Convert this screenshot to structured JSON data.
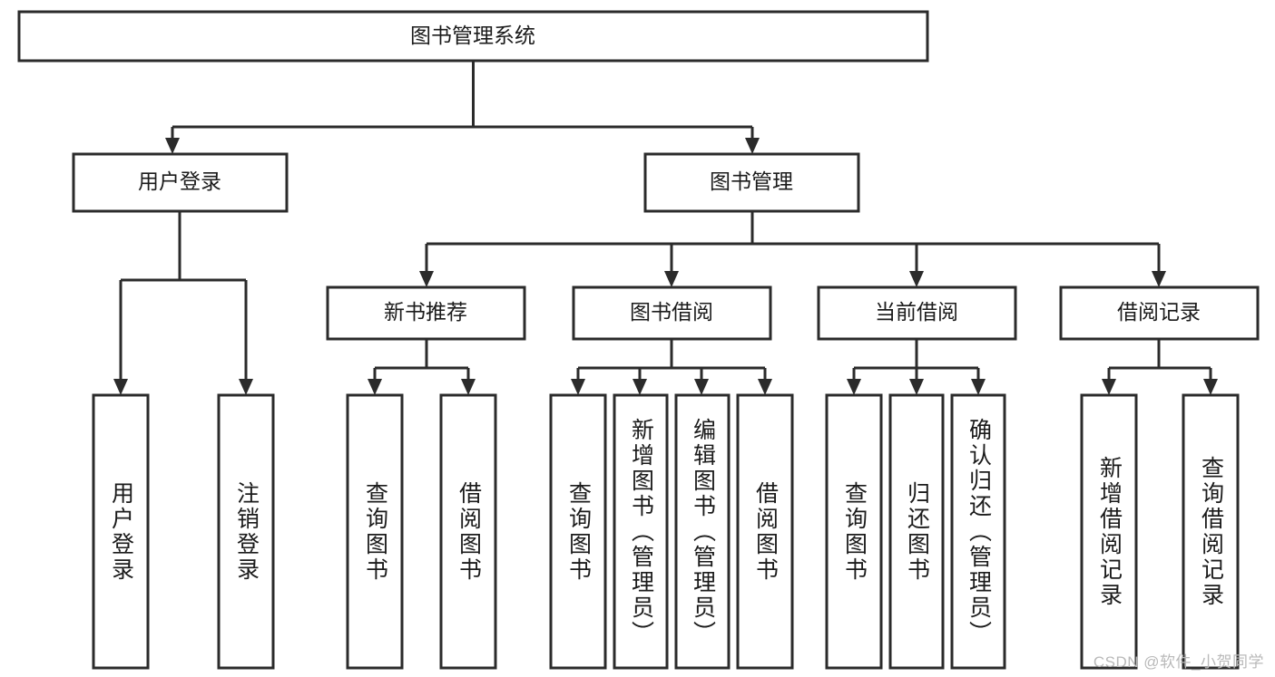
{
  "diagram": {
    "type": "tree-hierarchy",
    "title": "图书管理系统",
    "watermark": "CSDN @软件_小贺同学",
    "colors": {
      "box_stroke": "#2b2b2b",
      "box_fill": "#ffffff",
      "connector": "#2b2b2b",
      "text": "#1b1b1b",
      "watermark": "#b9b9b9",
      "background": "#ffffff"
    },
    "levels": {
      "root": {
        "label": "图书管理系统",
        "orientation": "horizontal"
      },
      "level2": [
        {
          "id": "user-login",
          "label": "用户登录",
          "orientation": "horizontal"
        },
        {
          "id": "book-management",
          "label": "图书管理",
          "orientation": "horizontal"
        }
      ],
      "level3": [
        {
          "id": "new-book-recommend",
          "label": "新书推荐",
          "orientation": "horizontal",
          "parent": "book-management"
        },
        {
          "id": "book-borrow",
          "label": "图书借阅",
          "orientation": "horizontal",
          "parent": "book-management"
        },
        {
          "id": "current-borrow",
          "label": "当前借阅",
          "orientation": "horizontal",
          "parent": "book-management"
        },
        {
          "id": "borrow-record",
          "label": "借阅记录",
          "orientation": "horizontal",
          "parent": "book-management"
        }
      ],
      "leaves": [
        {
          "id": "leaf-user-login",
          "label": "用户登录",
          "orientation": "vertical",
          "parent": "user-login"
        },
        {
          "id": "leaf-user-logout",
          "label": "注销登录",
          "orientation": "vertical",
          "parent": "user-login"
        },
        {
          "id": "leaf-query-book-1",
          "label": "查询图书",
          "orientation": "vertical",
          "parent": "new-book-recommend"
        },
        {
          "id": "leaf-borrow-book-1",
          "label": "借阅图书",
          "orientation": "vertical",
          "parent": "new-book-recommend"
        },
        {
          "id": "leaf-query-book-2",
          "label": "查询图书",
          "orientation": "vertical",
          "parent": "book-borrow"
        },
        {
          "id": "leaf-add-book",
          "label": "新增图书（管理员）",
          "orientation": "vertical",
          "parent": "book-borrow"
        },
        {
          "id": "leaf-edit-book",
          "label": "编辑图书（管理员）",
          "orientation": "vertical",
          "parent": "book-borrow"
        },
        {
          "id": "leaf-borrow-book-2",
          "label": "借阅图书",
          "orientation": "vertical",
          "parent": "book-borrow"
        },
        {
          "id": "leaf-query-book-3",
          "label": "查询图书",
          "orientation": "vertical",
          "parent": "current-borrow"
        },
        {
          "id": "leaf-return-book",
          "label": "归还图书",
          "orientation": "vertical",
          "parent": "current-borrow"
        },
        {
          "id": "leaf-confirm-return",
          "label": "确认归还（管理员）",
          "orientation": "vertical",
          "parent": "current-borrow"
        },
        {
          "id": "leaf-add-record",
          "label": "新增借阅记录",
          "orientation": "vertical",
          "parent": "borrow-record"
        },
        {
          "id": "leaf-query-record",
          "label": "查询借阅记录",
          "orientation": "vertical",
          "parent": "borrow-record"
        }
      ]
    }
  }
}
